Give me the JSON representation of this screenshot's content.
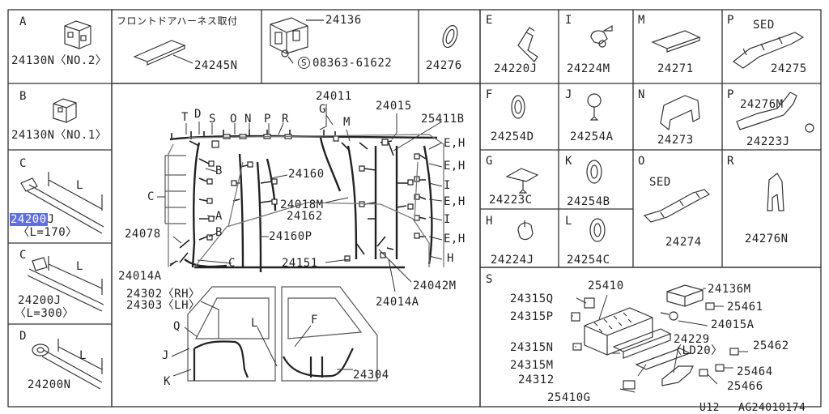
{
  "left_col": {
    "a": {
      "letter": "A",
      "part": "24130N〈NO.2〉"
    },
    "b": {
      "letter": "B",
      "part": "24130N〈NO.1〉"
    },
    "c1": {
      "letter": "C",
      "dim": "L",
      "part_hl": "24200",
      "part_rest": "J",
      "spec": "〈L=170〉"
    },
    "c2": {
      "letter": "C",
      "dim": "L",
      "part": "24200J",
      "spec": "〈L=300〉"
    },
    "d": {
      "letter": "D",
      "dim": "L",
      "part": "24200N"
    }
  },
  "top_row": {
    "front_door_title": "フロントドアハーネス取付",
    "p24245N": "24245N",
    "p24136": "24136",
    "screw_s": "S",
    "screw_part": "08363-61622",
    "p24276": "24276"
  },
  "main": {
    "top_labels": [
      "T",
      "D",
      "S",
      "O",
      "N",
      "P",
      "R"
    ],
    "p24011": "24011",
    "g": "G",
    "m": "M",
    "p24015": "24015",
    "p25411B": "25411B",
    "right_labels": [
      "E,H",
      "E,H",
      "I",
      "E,H",
      "I",
      "E,H",
      "H"
    ],
    "b1": "B",
    "b2": "B",
    "a": "A",
    "c1": "C",
    "c2": "C",
    "p24160": "24160",
    "p24018M": "24018M",
    "p24162": "24162",
    "p24078": "24078",
    "p24160P": "24160P",
    "p24014A_left": "24014A",
    "p24151": "24151",
    "p24042M": "24042M",
    "p24014A_right": "24014A",
    "p24302": "24302〈RH〉",
    "p24303": "24303〈LH〉",
    "q": "Q",
    "j": "J",
    "k": "K",
    "l": "L",
    "f": "F",
    "p24304": "24304"
  },
  "right_grid": {
    "e": {
      "letter": "E",
      "part": "24220J"
    },
    "i": {
      "letter": "I",
      "part": "24224M"
    },
    "m": {
      "letter": "M",
      "part": "24271"
    },
    "p1": {
      "letter": "P",
      "note": "SED",
      "part": "24275"
    },
    "f": {
      "letter": "F",
      "part": "24254D"
    },
    "j": {
      "letter": "J",
      "part": "24254A"
    },
    "n": {
      "letter": "N",
      "part": "24273"
    },
    "p2": {
      "letter": "P",
      "part1": "24276M",
      "part2": "24223J"
    },
    "g": {
      "letter": "G",
      "part": "24223C"
    },
    "k": {
      "letter": "K",
      "part": "24254B"
    },
    "o": {
      "letter": "O",
      "note": "SED",
      "part": "24274"
    },
    "r": {
      "letter": "R",
      "part": "24276N"
    },
    "h": {
      "letter": "H",
      "part": "24224J"
    },
    "l": {
      "letter": "L",
      "part": "24254C"
    }
  },
  "s_box": {
    "letter": "S",
    "p25410": "25410",
    "p24315Q": "24315Q",
    "p24315P": "24315P",
    "p24315N": "24315N",
    "p24315M": "24315M",
    "p24312": "24312",
    "p25410G": "25410G",
    "p24136M": "24136M",
    "p25461": "25461",
    "p24015A": "24015A",
    "p24229": "24229",
    "ld20": "〈LD20〉",
    "p25462": "25462",
    "p25464": "25464",
    "p25466": "25466"
  },
  "footer": {
    "model": "U12",
    "code": "AG24010174"
  }
}
